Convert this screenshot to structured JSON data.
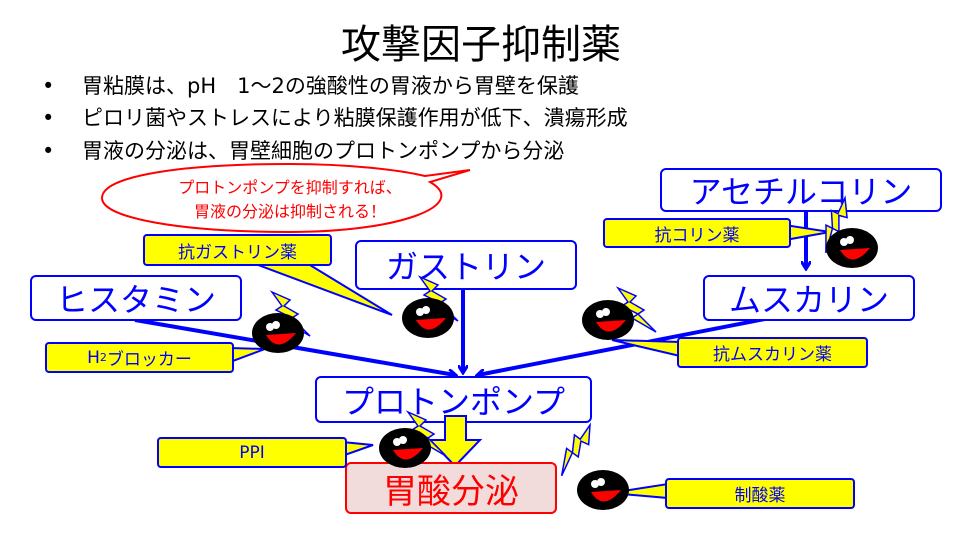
{
  "title": "攻撃因子抑制薬",
  "bullets": [
    "胃粘膜は、pH　1〜2の強酸性の胃液から胃壁を保護",
    "ピロリ菌やストレスにより粘膜保護作用が低下、潰瘍形成",
    "胃液の分泌は、胃壁細胞のプロトンポンプから分泌"
  ],
  "bullet_symbol": "•",
  "speech_bubble": {
    "line1": "プロトンポンプを抑制すれば、",
    "line2": "胃液の分泌は抑制される！"
  },
  "nodes": {
    "acetylcholine": "アセチルコリン",
    "gastrin": "ガストリン",
    "histamine": "ヒスタミン",
    "muscarine": "ムスカリン",
    "proton_pump": "プロトンポンプ",
    "acid_secretion": "胃酸分泌"
  },
  "drugs": {
    "anticholinergic": "抗コリン薬",
    "antigastrin": "抗ガストリン薬",
    "h2_blocker_h": "H",
    "h2_blocker_sub": "2",
    "h2_blocker_rest": "ブロッカー",
    "antimuscarinic": "抗ムスカリン薬",
    "ppi": "PPI",
    "antacid": "制酸薬"
  },
  "colors": {
    "node": "#0000ff",
    "callout": "#ffff00",
    "alert": "#ff0000",
    "acid_bg": "#f2dcdb"
  }
}
